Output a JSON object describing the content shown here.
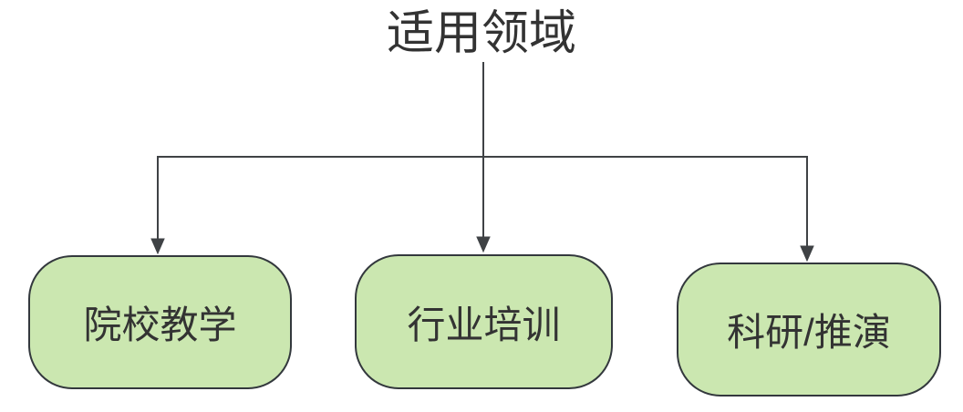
{
  "diagram": {
    "title": "适用领域",
    "nodes": [
      {
        "id": "node-college-teaching",
        "label": "院校教学"
      },
      {
        "id": "node-industry-training",
        "label": "行业培训"
      },
      {
        "id": "node-research-wargaming",
        "label": "科研/推演"
      }
    ],
    "connectors": [
      {
        "from": "title",
        "to": "node-college-teaching",
        "style": "orthogonal-arrow"
      },
      {
        "from": "title",
        "to": "node-industry-training",
        "style": "straight-arrow"
      },
      {
        "from": "title",
        "to": "node-research-wargaming",
        "style": "orthogonal-arrow"
      }
    ]
  },
  "colors": {
    "node_fill": "#cbe7b0",
    "node_border": "#33383d",
    "connector": "#3f4245",
    "title_text": "#333333",
    "node_text": "#333333",
    "background": "#ffffff"
  }
}
